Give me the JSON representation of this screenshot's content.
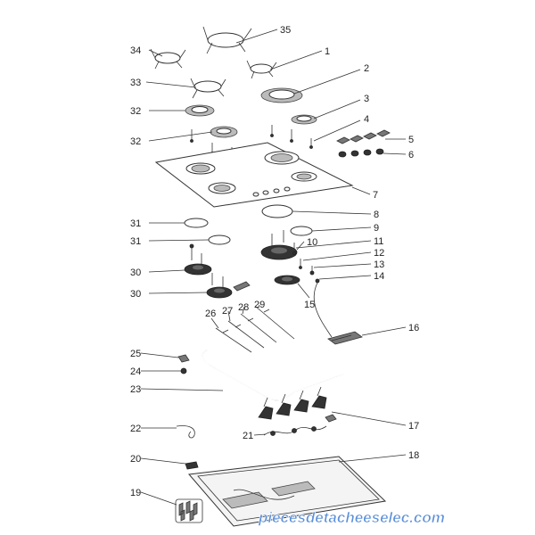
{
  "diagram": {
    "labels": [
      "35",
      "1",
      "34",
      "33",
      "2",
      "32",
      "3",
      "32",
      "4",
      "5",
      "6",
      "7",
      "8",
      "31",
      "9",
      "31",
      "10",
      "11",
      "12",
      "30",
      "13",
      "14",
      "30",
      "15",
      "26",
      "27",
      "28",
      "29",
      "16",
      "25",
      "24",
      "23",
      "17",
      "22",
      "21",
      "20",
      "18",
      "19"
    ]
  },
  "watermark": {
    "text": "piecesdetacheeselec.com"
  }
}
